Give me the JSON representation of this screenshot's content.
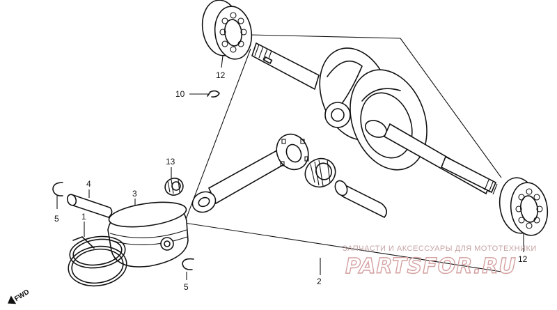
{
  "callouts": {
    "c1": "1",
    "c2": "2",
    "c3": "3",
    "c4": "4",
    "c5a": "5",
    "c5b": "5",
    "c10": "10",
    "c12a": "12",
    "c12b": "12",
    "c13": "13"
  },
  "direction": {
    "label": "FWD"
  },
  "watermark": {
    "text": "ЗАПЧАСТИ И АКСЕССУАРЫ ДЛЯ МОТОТЕХНИКИ",
    "logo": "PARTSFOR.RU"
  }
}
